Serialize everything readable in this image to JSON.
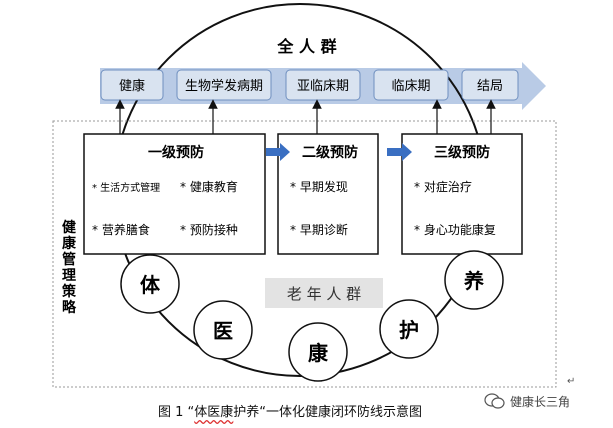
{
  "title": "全 人 群",
  "stages": [
    "健康",
    "生物学发病期",
    "亚临床期",
    "临床期",
    "结局"
  ],
  "levels": [
    {
      "title": "一级预防",
      "items": [
        "* 生活方式管理",
        "* 健康教育",
        "* 营养膳食",
        "* 预防接种"
      ]
    },
    {
      "title": "二级预防",
      "items": [
        "* 早期发现",
        "* 早期诊断"
      ]
    },
    {
      "title": "三级预防",
      "items": [
        "* 对症治疗",
        "* 身心功能康复"
      ]
    }
  ],
  "side_label": "健康管理策略",
  "elderly_label": "老 年 人 群",
  "circles": [
    "体",
    "医",
    "康",
    "护",
    "养"
  ],
  "caption": {
    "prefix": "图 1 “",
    "wavy": "体医康",
    "suffix": "护养“一体化健康闭环防线示意图"
  },
  "watermark": "健康长三角",
  "colors": {
    "stage_fill": "#d9e3f0",
    "stage_stroke": "#6f8fbf",
    "big_arrow": "#b9cbe6",
    "blue_arrow": "#3a6fc2",
    "elderly_bg": "#e3e3e3"
  }
}
